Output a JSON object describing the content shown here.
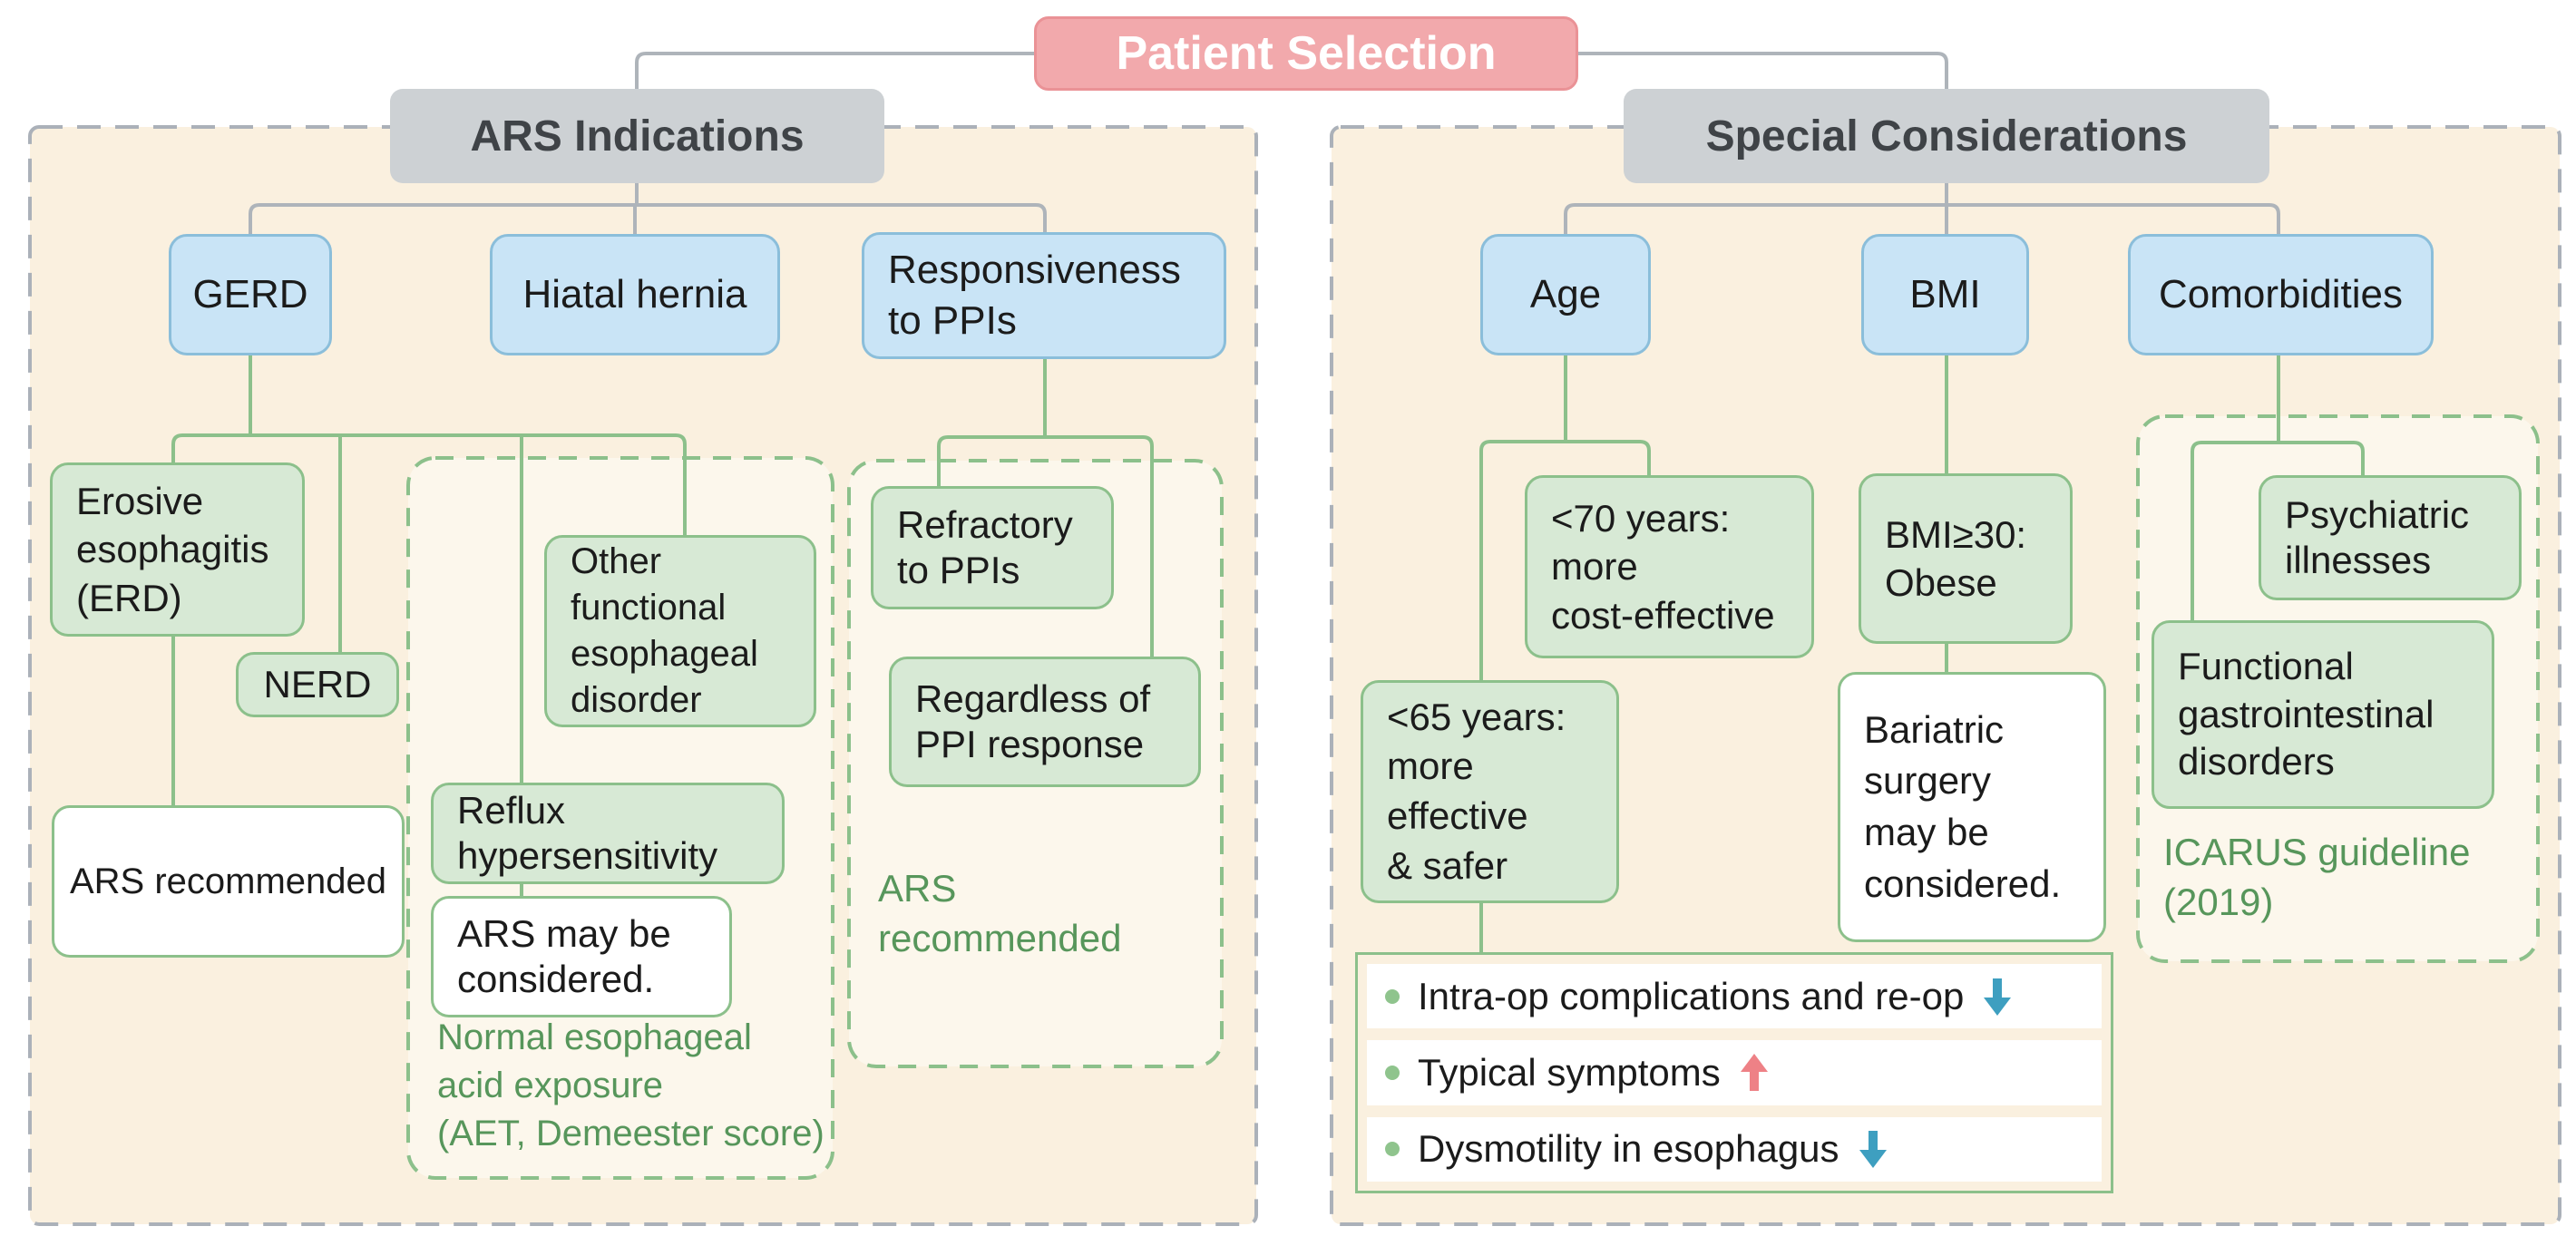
{
  "title": {
    "label": "Patient Selection"
  },
  "left_panel": {
    "header": "ARS Indications",
    "nodes": {
      "gerd": "GERD",
      "hiatal_hernia": "Hiatal hernia",
      "responsiveness_ppi": "Responsiveness\nto PPIs",
      "erosive_esophagitis": "Erosive\nesophagitis\n(ERD)",
      "nerd": "NERD",
      "ars_recommended_box": "ARS recommended",
      "other_functional": "Other\nfunctional\nesophageal\ndisorder",
      "reflux_hypersensitivity": "Reflux\nhypersensitivity",
      "ars_may_be_considered": "ARS may be\nconsidered.",
      "normal_acid_note": "Normal esophageal\nacid exposure\n(AET, Demeester score)",
      "refractory_ppi": "Refractory\nto PPIs",
      "regardless_ppi": "Regardless of\nPPI response",
      "ars_recommended_note": "ARS\nrecommended"
    }
  },
  "right_panel": {
    "header": "Special Considerations",
    "nodes": {
      "age": "Age",
      "bmi": "BMI",
      "comorbidities": "Comorbidities",
      "under_70": "<70 years:\nmore\ncost-effective",
      "under_65": "<65 years:\nmore\neffective\n& safer",
      "bmi_30_obese": "BMI≥30:\nObese",
      "bariatric": "Bariatric\nsurgery\nmay be\nconsidered.",
      "psychiatric": "Psychiatric\nillnesses",
      "functional_gi": "Functional\ngastrointestinal\ndisorders",
      "icarus_note": "ICARUS guideline\n(2019)"
    },
    "age_effects": [
      {
        "label": "Intra-op complications and re-op",
        "arrow": "down"
      },
      {
        "label": "Typical symptoms",
        "arrow": "up"
      },
      {
        "label": "Dysmotility in esophagus",
        "arrow": "down"
      }
    ]
  },
  "colors": {
    "accent_pink": "#F2A9AC",
    "header_gray": "#CDD1D4",
    "node_blue": "#C9E4F6",
    "node_green": "#D7E9D5",
    "border_green": "#8CC08B",
    "line_gray": "#AEB4BA",
    "note_green": "#57965B",
    "panel_cream": "#FAF0DF",
    "arrow_up": "#EE8186",
    "arrow_down": "#3E9FC0"
  }
}
